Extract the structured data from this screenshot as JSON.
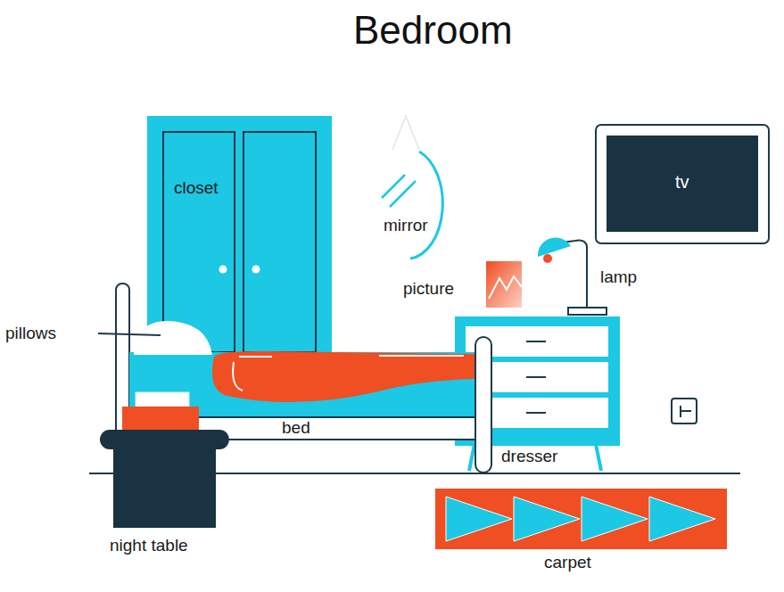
{
  "diagram": {
    "title": "Bedroom",
    "nodes": [
      {
        "text": [
          "closet"
        ]
      },
      {
        "text": [
          "mirror"
        ]
      },
      {
        "text": [
          "tv"
        ]
      }
    ],
    "labels": [
      "pillows",
      "picture",
      "lamp",
      "bed",
      "dresser",
      "night table",
      "carpet"
    ]
  }
}
